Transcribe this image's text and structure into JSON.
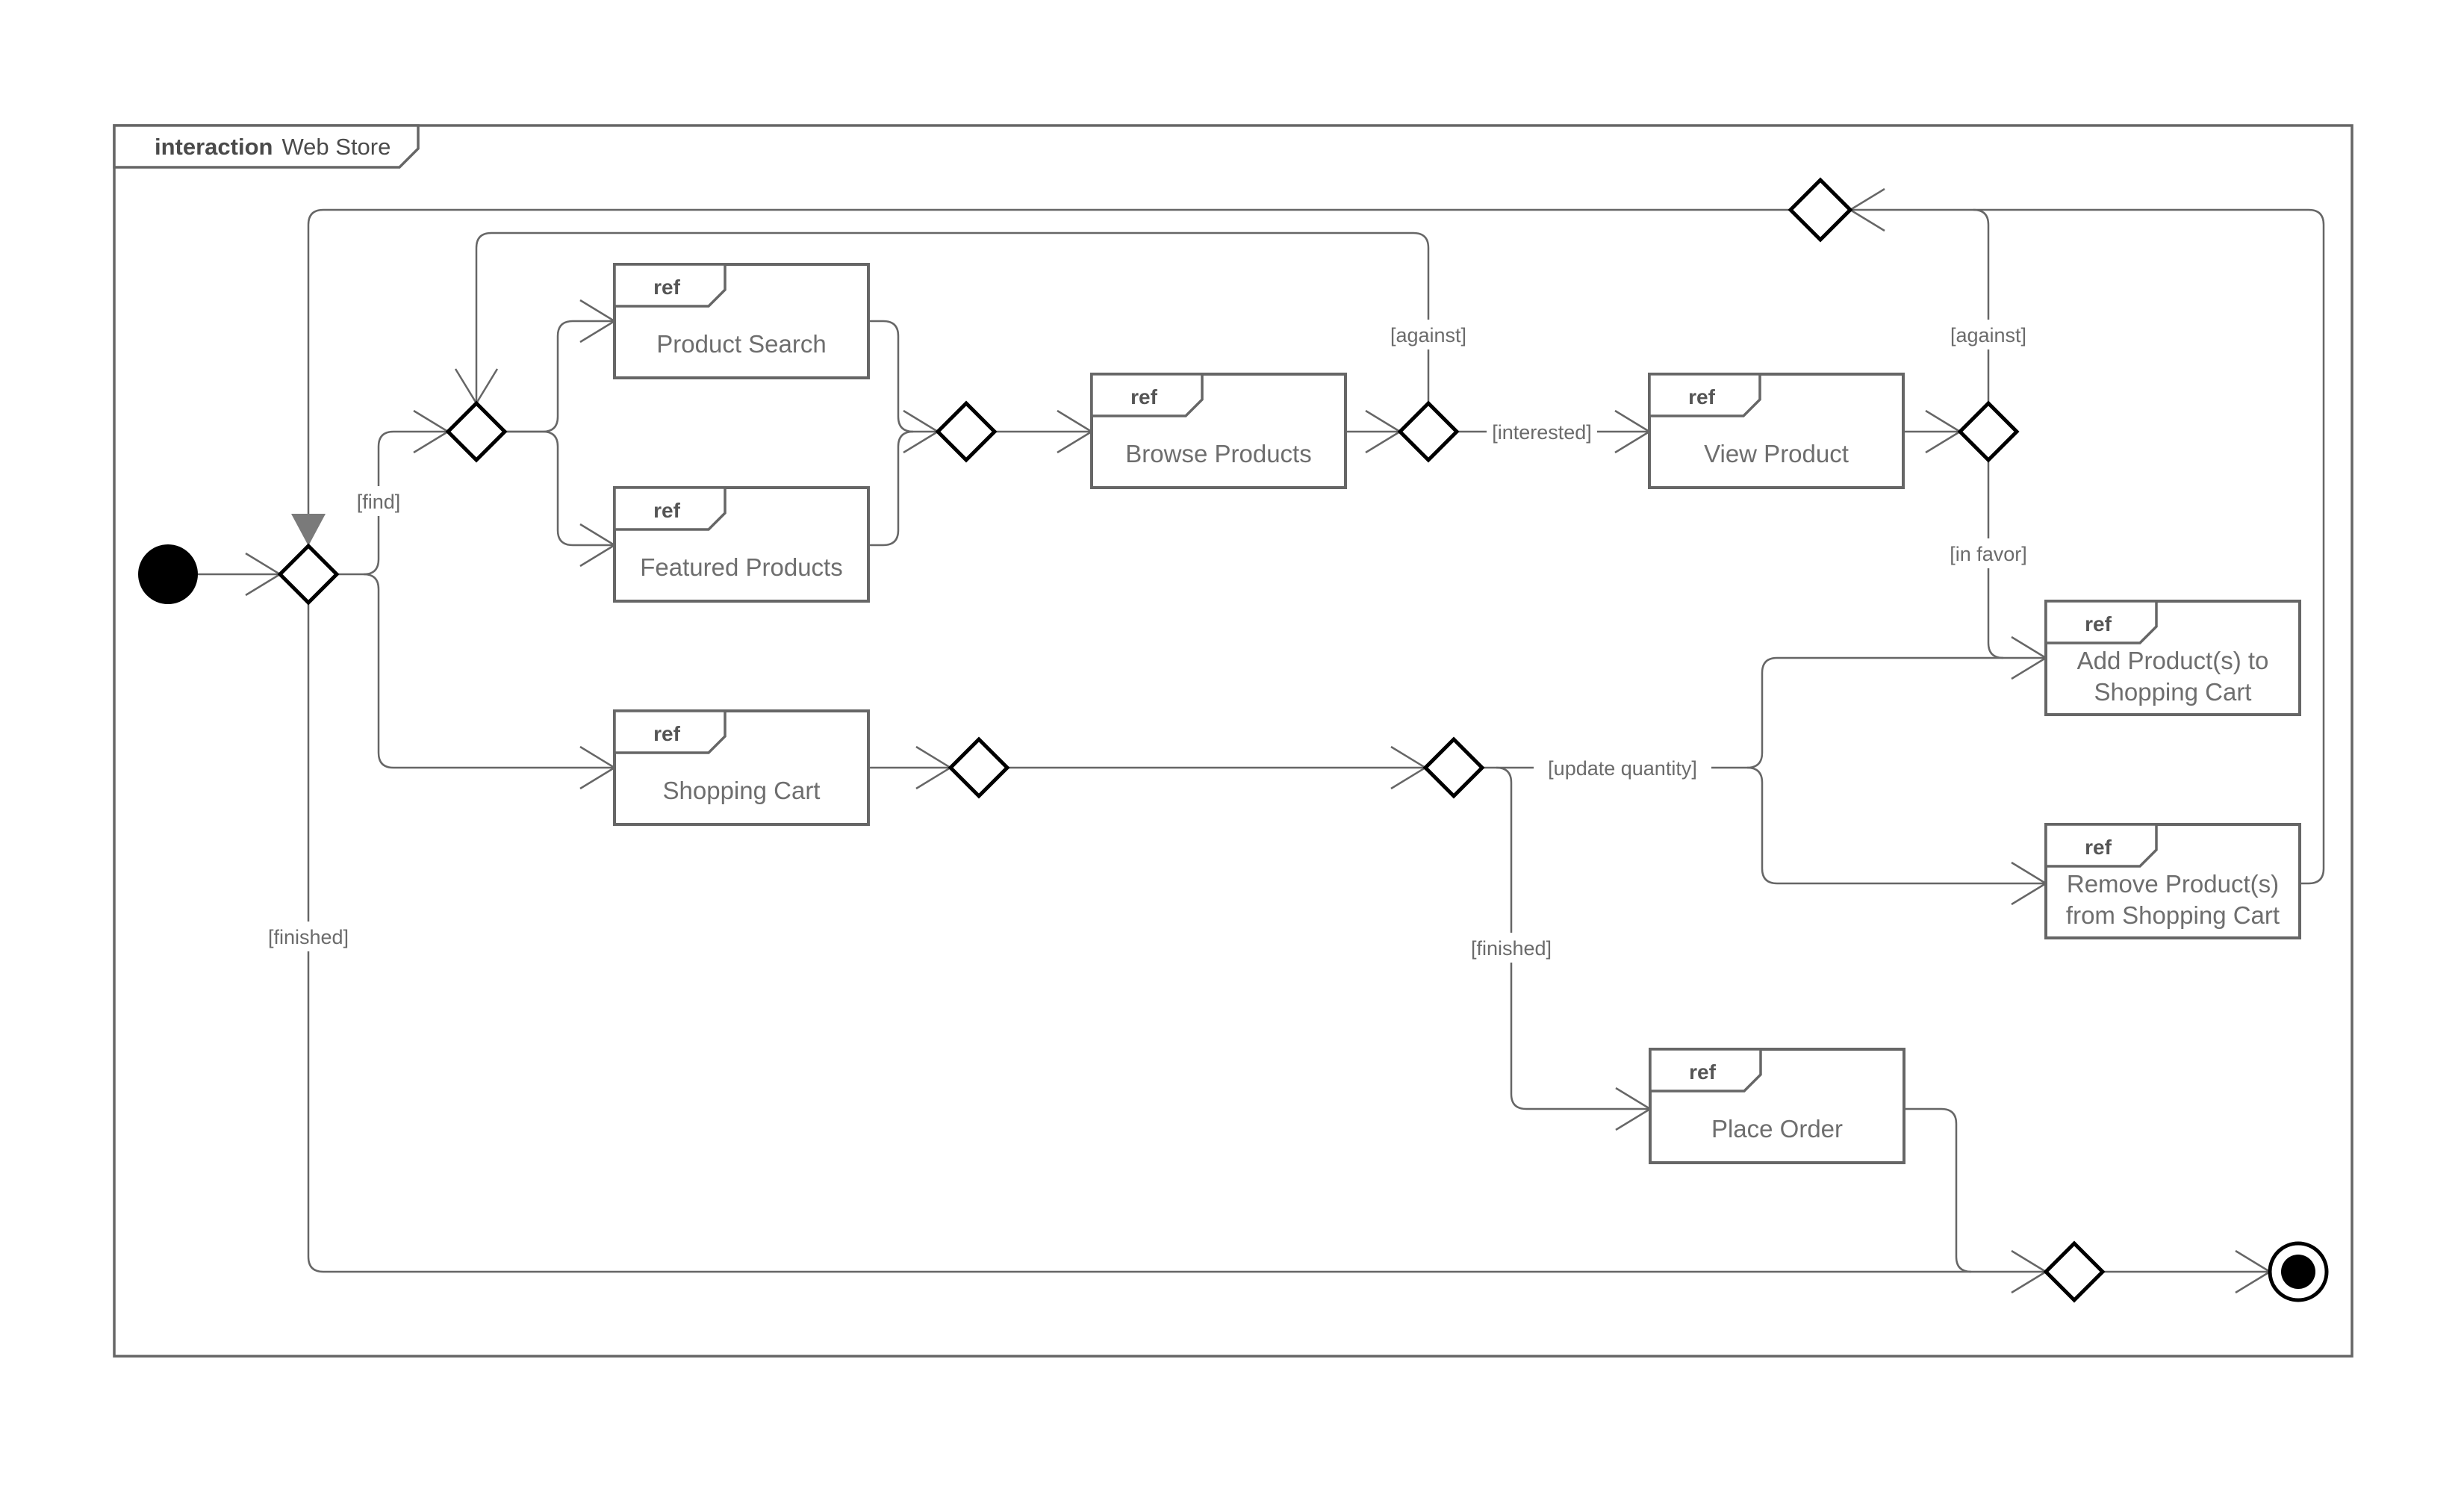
{
  "frame": {
    "keyword": "interaction",
    "title": "Web Store"
  },
  "ref_label": "ref",
  "boxes": {
    "product_search": {
      "label": "Product Search"
    },
    "featured_products": {
      "label": "Featured Products"
    },
    "browse_products": {
      "label": "Browse Products"
    },
    "view_product": {
      "label": "View Product"
    },
    "shopping_cart": {
      "label": "Shopping Cart"
    },
    "add_to_cart": {
      "line1": "Add Product(s) to",
      "line2": "Shopping Cart"
    },
    "remove_from_cart": {
      "line1": "Remove Product(s)",
      "line2": "from Shopping Cart"
    },
    "place_order": {
      "label": "Place Order"
    }
  },
  "guards": {
    "find": "[find]",
    "against_left": "[against]",
    "against_right": "[against]",
    "interested": "[interested]",
    "in_favor": "[in favor]",
    "update_quantity": "[update quantity]",
    "finished_left": "[finished]",
    "finished_mid": "[finished]"
  },
  "colors": {
    "line": "#666666",
    "decision_stroke": "#000000",
    "text": "#6e6e6e",
    "background": "#ffffff"
  }
}
